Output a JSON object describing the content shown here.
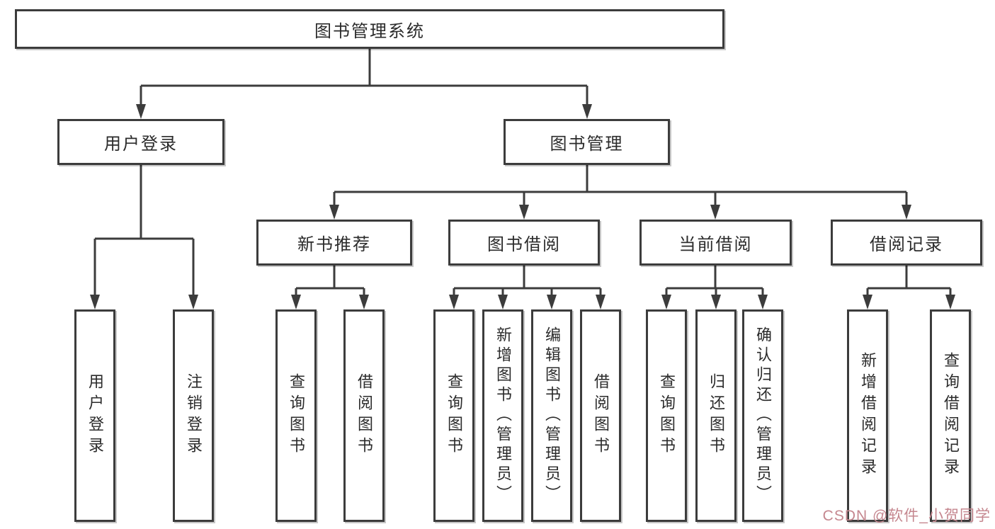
{
  "diagram": {
    "tree": {
      "label": "图书管理系统",
      "children": [
        {
          "label": "用户登录",
          "children": [
            {
              "label": "用户登录"
            },
            {
              "label": "注销登录"
            }
          ]
        },
        {
          "label": "图书管理",
          "children": [
            {
              "label": "新书推荐",
              "children": [
                {
                  "label": "查询图书"
                },
                {
                  "label": "借阅图书"
                }
              ]
            },
            {
              "label": "图书借阅",
              "children": [
                {
                  "label": "查询图书"
                },
                {
                  "label": "新增图书（管理员）"
                },
                {
                  "label": "编辑图书（管理员）"
                },
                {
                  "label": "借阅图书"
                }
              ]
            },
            {
              "label": "当前借阅",
              "children": [
                {
                  "label": "查询图书"
                },
                {
                  "label": "归还图书"
                },
                {
                  "label": "确认归还（管理员）"
                }
              ]
            },
            {
              "label": "借阅记录",
              "children": [
                {
                  "label": "新增借阅记录"
                },
                {
                  "label": "查询借阅记录"
                }
              ]
            }
          ]
        }
      ]
    },
    "colors": {
      "line": "#3c3c3c",
      "box_border": "#3c3c3c",
      "box_fill": "#ffffff",
      "text": "#2b2b2b"
    }
  },
  "watermark": {
    "text": "CSDN @软件_小贺同学",
    "color": "#c5878f"
  }
}
